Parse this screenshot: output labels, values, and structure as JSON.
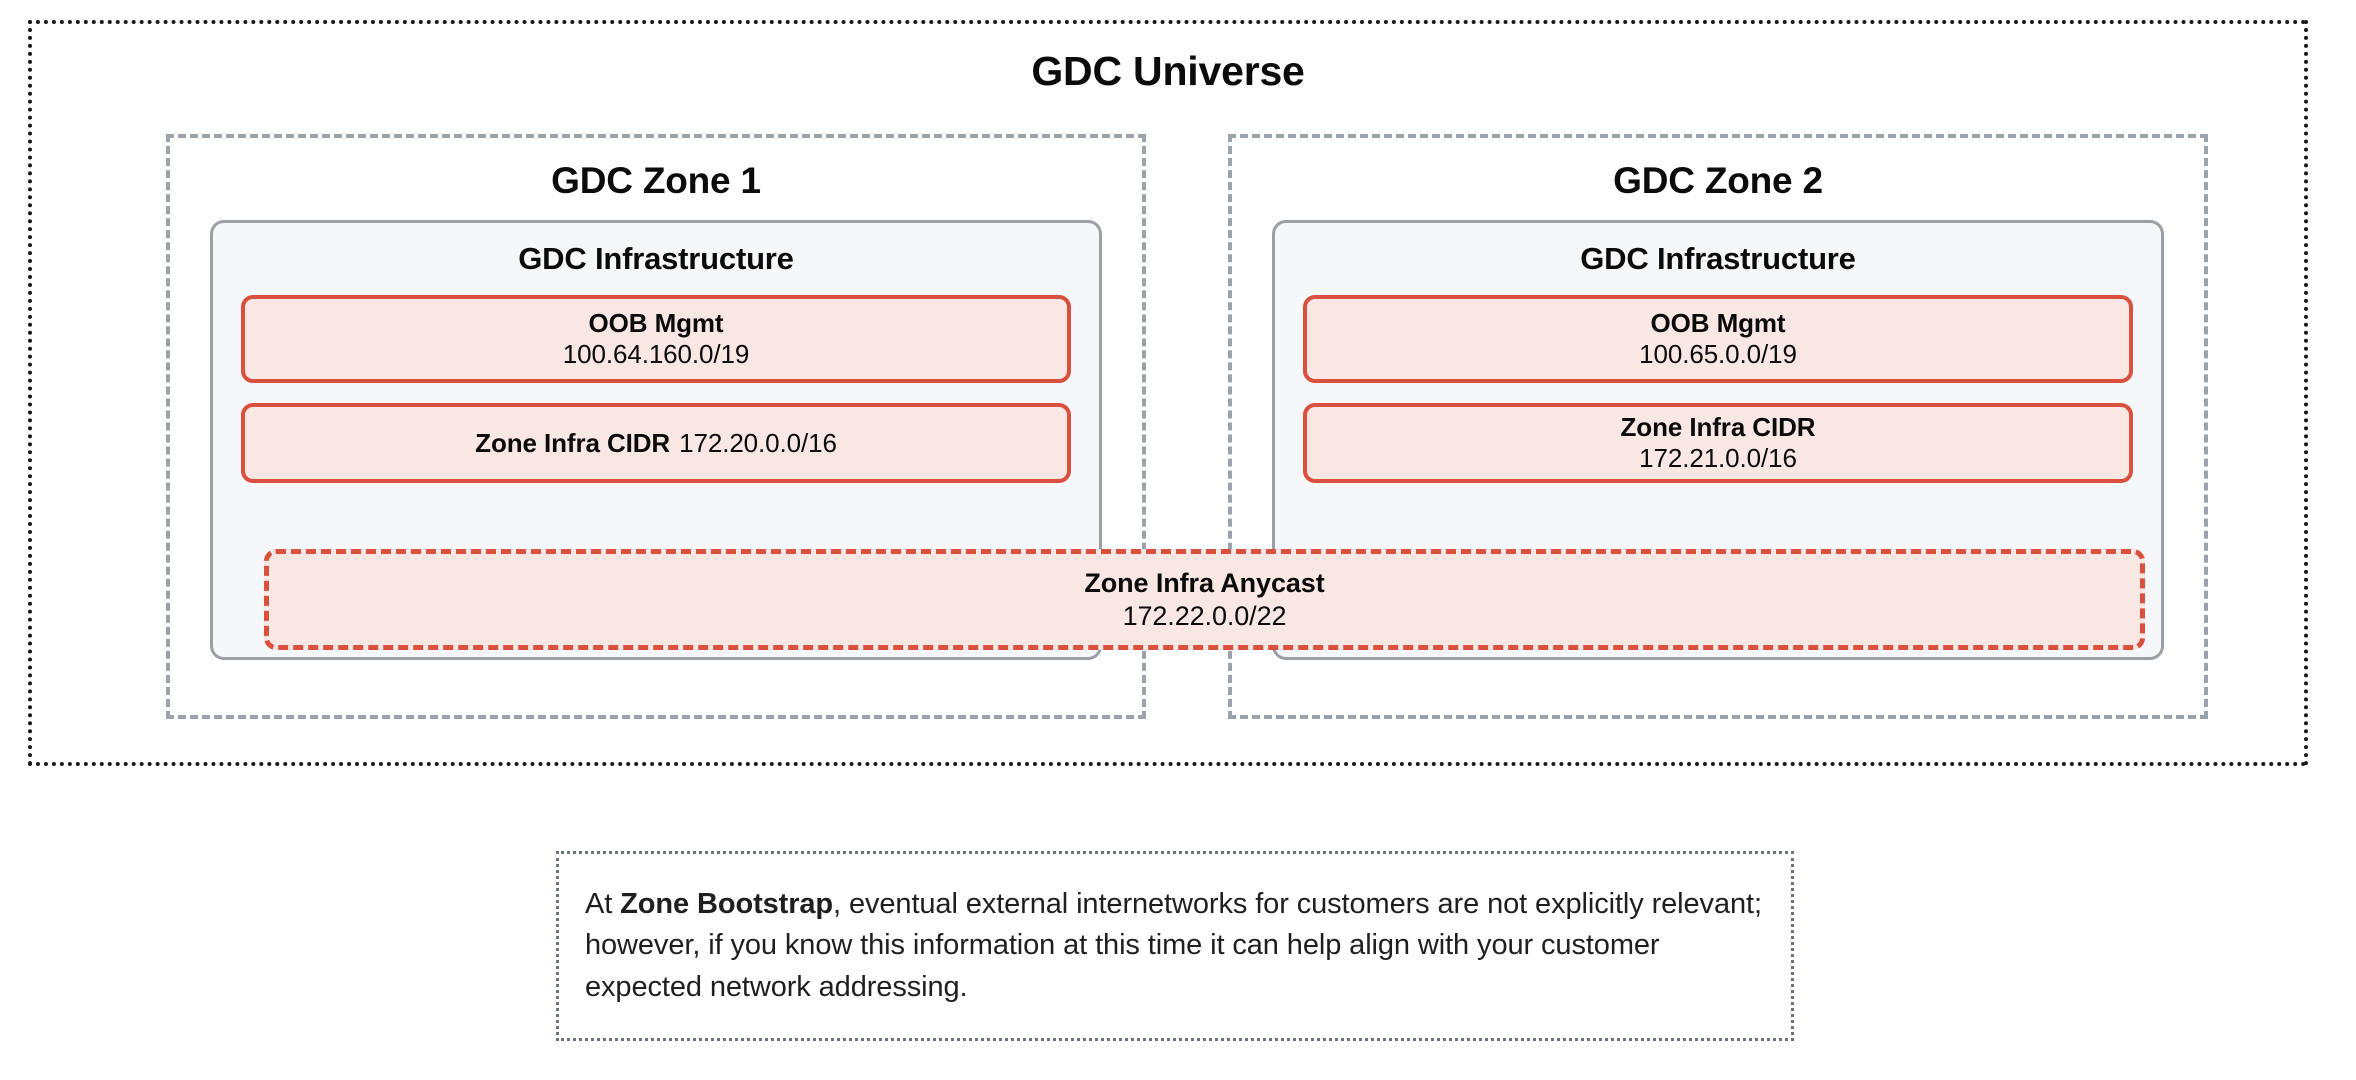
{
  "diagram": {
    "universe": {
      "title": "GDC Universe",
      "border_color": "#1a1a1a",
      "border_style": "dotted"
    },
    "zones": [
      {
        "title": "GDC Zone 1",
        "border_color": "#9aa3ab",
        "infra": {
          "title": "GDC Infrastructure",
          "fill": "#f6f7f9",
          "border_color": "#9aa0a6",
          "networks": [
            {
              "name": "oob-mgmt",
              "label": "OOB Mgmt",
              "value": "100.64.160.0/19",
              "layout": "stacked",
              "border_color": "#d9503f",
              "fill": "#f9e7e3"
            },
            {
              "name": "zone-infra-cidr",
              "label": "Zone Infra CIDR",
              "value": "172.20.0.0/16",
              "layout": "inline",
              "border_color": "#d9503f",
              "fill": "#f9e7e3"
            }
          ]
        }
      },
      {
        "title": "GDC Zone 2",
        "border_color": "#9aa3ab",
        "infra": {
          "title": "GDC Infrastructure",
          "fill": "#f6f7f9",
          "border_color": "#9aa0a6",
          "networks": [
            {
              "name": "oob-mgmt",
              "label": "OOB Mgmt",
              "value": "100.65.0.0/19",
              "layout": "stacked",
              "border_color": "#d9503f",
              "fill": "#f9e7e3"
            },
            {
              "name": "zone-infra-cidr",
              "label": "Zone Infra CIDR",
              "value": "172.21.0.0/16",
              "layout": "stacked",
              "border_color": "#d9503f",
              "fill": "#f9e7e3"
            }
          ]
        }
      }
    ],
    "anycast": {
      "label": "Zone Infra Anycast",
      "value": "172.22.0.0/22",
      "border_color": "#d9503f",
      "border_style": "dashed",
      "fill": "#f9e7e3"
    },
    "note": {
      "prefix": "At ",
      "emphasis": "Zone Bootstrap",
      "body": ", eventual external internetworks for customers are not explicitly relevant; however, if you know this information at this time it can help align with your customer expected network addressing.",
      "border_color": "#6b7280",
      "border_style": "dotted"
    }
  }
}
